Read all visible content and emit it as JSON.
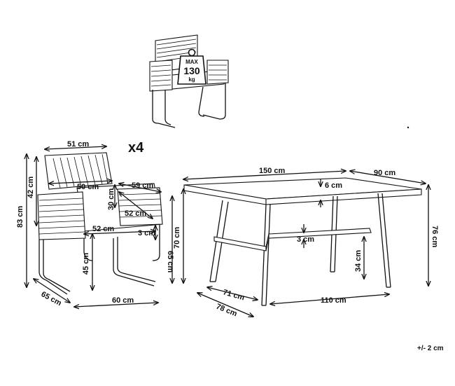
{
  "weight_badge": {
    "line1": "MAX",
    "line2": "130",
    "line3": "kg"
  },
  "quantity": "x4",
  "tolerance": "+/- 2 cm",
  "chair": {
    "width_top": "51 cm",
    "height_back": "42 cm",
    "height_total": "83 cm",
    "seat_width": "50 cm",
    "armrest_height": "30 cm",
    "arm_depth": "59 cm",
    "seat_depth_top": "52 cm",
    "seat_depth": "52 cm",
    "thickness": "3 cm",
    "height_arm": "65 cm",
    "seat_height": "45 cm",
    "depth": "65 cm",
    "width_bottom": "60 cm"
  },
  "table": {
    "length": "150 cm",
    "width": "90 cm",
    "top_thickness": "6 cm",
    "height": "70 cm",
    "height_total": "76 cm",
    "bar_thickness": "3 cm",
    "bar_height": "34 cm",
    "leg_depth_inner": "71 cm",
    "leg_depth_outer": "78 cm",
    "leg_span": "110 cm"
  }
}
